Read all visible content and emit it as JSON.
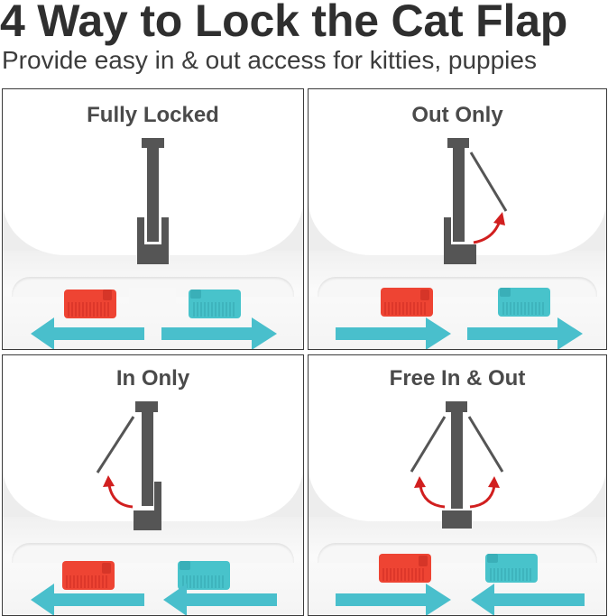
{
  "header": {
    "title": "4 Way to Lock the Cat Flap",
    "subtitle": "Provide easy in & out access for kitties, puppies"
  },
  "colors": {
    "flap": "#555555",
    "red_arrow": "#d11f1f",
    "red_slider": "#ee4433",
    "teal_slider": "#48c3cb",
    "teal_arrow": "#49bfcc",
    "text": "#4a4a4a"
  },
  "panels": [
    {
      "label": "Fully Locked",
      "mode": "locked",
      "red_arrow": "left",
      "teal_arrow": "right"
    },
    {
      "label": "Out Only",
      "mode": "out",
      "red_arrow": "right",
      "teal_arrow": "right"
    },
    {
      "label": "In Only",
      "mode": "in",
      "red_arrow": "left",
      "teal_arrow": "left"
    },
    {
      "label": "Free In & Out",
      "mode": "free",
      "red_arrow": "right",
      "teal_arrow": "left"
    }
  ]
}
